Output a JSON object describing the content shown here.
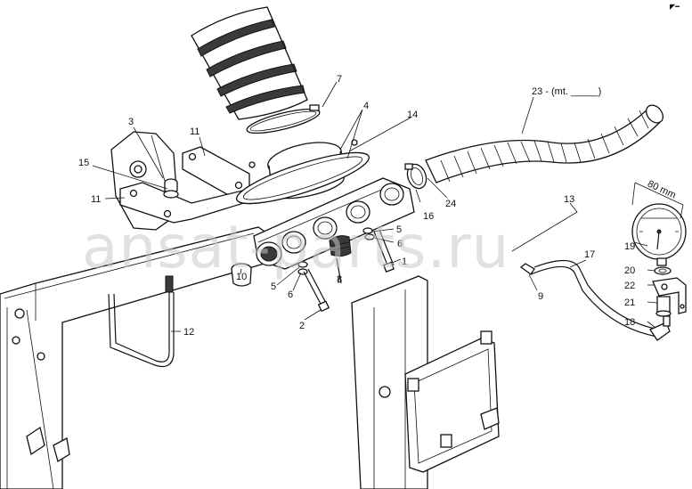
{
  "watermark": "ansat-parts.ru",
  "corner_mark": "◤━",
  "callouts": {
    "c1": "1",
    "c2": "2",
    "c3": "3",
    "c4": "4",
    "c5a": "5",
    "c5b": "5",
    "c6a": "6",
    "c6b": "6",
    "c7": "7",
    "c8": "8",
    "c9": "9",
    "c10": "10",
    "c11a": "11",
    "c11b": "11",
    "c12": "12",
    "c13": "13",
    "c14": "14",
    "c15": "15",
    "c16": "16",
    "c17": "17",
    "c18": "18",
    "c19": "19",
    "c20": "20",
    "c21": "21",
    "c22": "22",
    "c23": "23 - (mt. _____)",
    "c24": "24"
  },
  "dimension": "80 mm"
}
